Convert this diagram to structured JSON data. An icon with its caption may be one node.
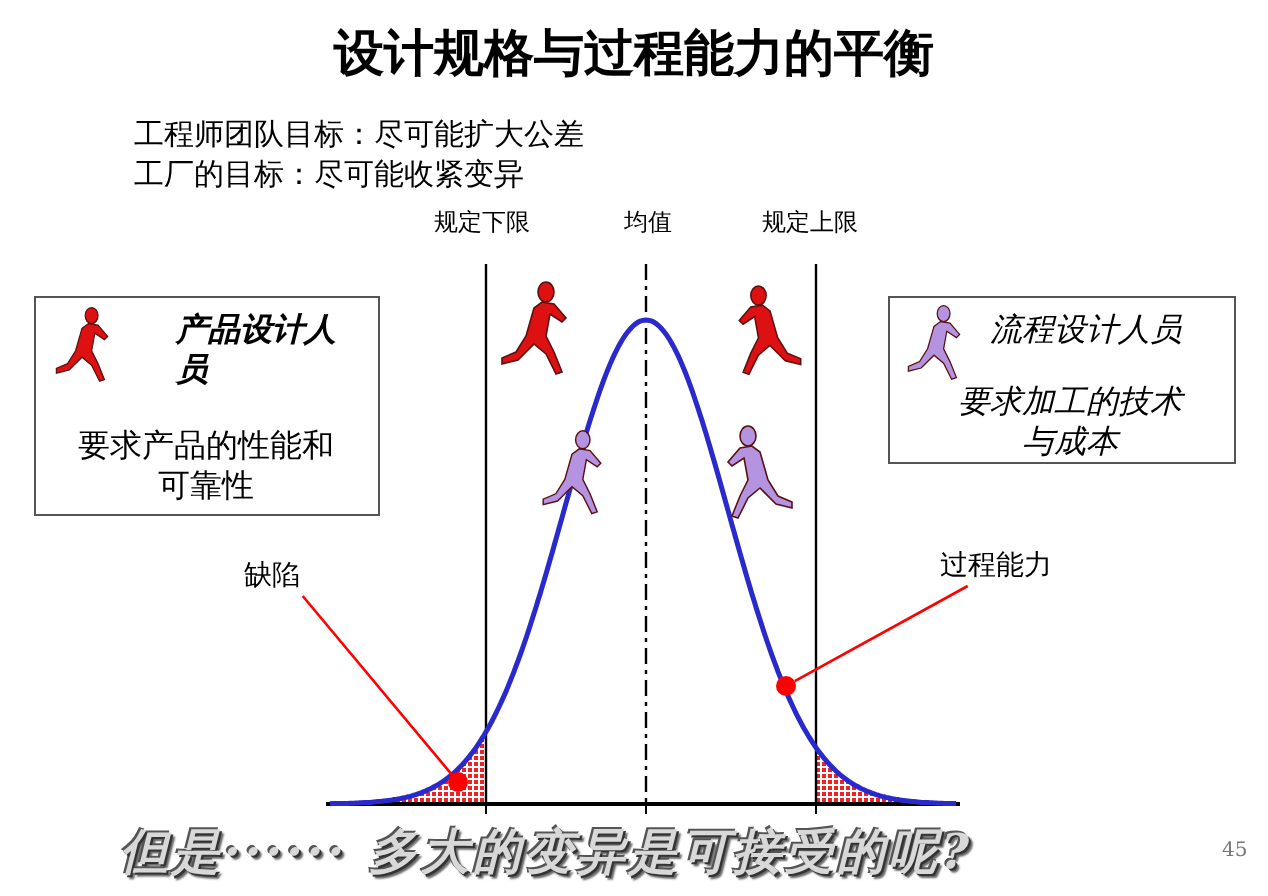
{
  "diagram": {
    "title": "设计规格与过程能力的平衡",
    "nodes": [
      {
        "text": [
          "产品设计人员",
          "要求产品的性能和可靠性"
        ]
      },
      {
        "text": [
          "流程设计人员",
          "要求加工的技术与成本"
        ]
      },
      {
        "text": [
          "缺陷"
        ]
      },
      {
        "text": [],
        "shape": "circle"
      },
      {
        "text": [
          "过程能力"
        ]
      },
      {
        "text": [],
        "shape": "circle"
      }
    ],
    "edges": [
      {
        "from": 2,
        "to": 3,
        "arrow": "none",
        "color": "#ff0000"
      },
      {
        "from": 4,
        "to": 5,
        "arrow": "none",
        "color": "#ff0000"
      }
    ],
    "labels": [
      "工程师团队目标：尽可能扩大公差",
      "工厂的目标：尽可能收紧变异",
      "规定下限",
      "均值",
      "规定上限",
      "但是······ 多大的变异是可接受的呢?",
      "45"
    ]
  }
}
